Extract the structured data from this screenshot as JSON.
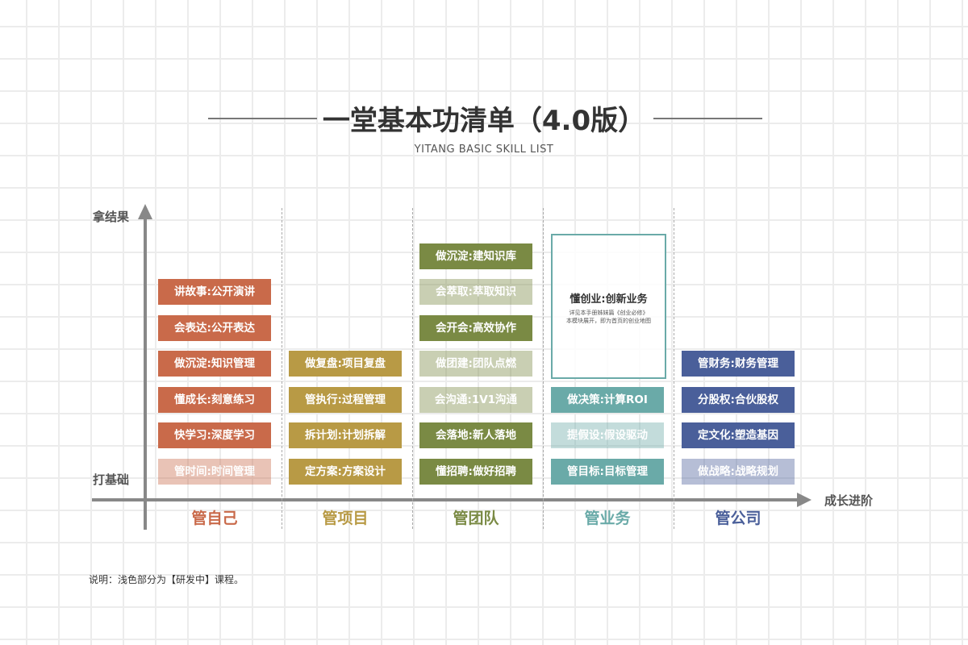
{
  "title": "一堂基本功清单（4.0版）",
  "subtitle": "YITANG BASIC SKILL LIST",
  "axes": {
    "y_top": "拿结果",
    "y_bottom": "打基础",
    "x_right": "成长进阶"
  },
  "columns": [
    {
      "label": "管自己",
      "color": "#c96a4a",
      "items": [
        {
          "text": "讲故事:公开演讲",
          "light": false
        },
        {
          "text": "会表达:公开表达",
          "light": false
        },
        {
          "text": "做沉淀:知识管理",
          "light": false
        },
        {
          "text": "懂成长:刻意练习",
          "light": false
        },
        {
          "text": "快学习:深度学习",
          "light": false
        },
        {
          "text": "管时间:时间管理",
          "light": true
        }
      ]
    },
    {
      "label": "管项目",
      "color": "#b89a45",
      "items": [
        {
          "text": "做复盘:项目复盘",
          "light": false
        },
        {
          "text": "管执行:过程管理",
          "light": false
        },
        {
          "text": "拆计划:计划拆解",
          "light": false
        },
        {
          "text": "定方案:方案设计",
          "light": false
        }
      ]
    },
    {
      "label": "管团队",
      "color": "#7a8a44",
      "items": [
        {
          "text": "做沉淀:建知识库",
          "light": false
        },
        {
          "text": "会萃取:萃取知识",
          "light": true
        },
        {
          "text": "会开会:高效协作",
          "light": false
        },
        {
          "text": "做团建:团队点燃",
          "light": true
        },
        {
          "text": "会沟通:1V1沟通",
          "light": true
        },
        {
          "text": "会落地:新人落地",
          "light": false
        },
        {
          "text": "懂招聘:做好招聘",
          "light": false
        }
      ]
    },
    {
      "label": "管业务",
      "color": "#6aaaa8",
      "items": [
        {
          "text": "做决策:计算ROI",
          "light": false
        },
        {
          "text": "提假设:假设驱动",
          "light": true
        },
        {
          "text": "管目标:目标管理",
          "light": false
        }
      ]
    },
    {
      "label": "管公司",
      "color": "#4a5f9a",
      "items": [
        {
          "text": "管财务:财务管理",
          "light": false
        },
        {
          "text": "分股权:合伙股权",
          "light": false
        },
        {
          "text": "定文化:塑造基因",
          "light": false
        },
        {
          "text": "做战略:战略规划",
          "light": true
        }
      ]
    }
  ],
  "feature": {
    "title": "懂创业:创新业务",
    "line1": "详见本手册姊妹篇《创业必修》",
    "line2": "本模块展开，即为首页的创业地图"
  },
  "note": "说明：浅色部分为【研发中】课程。"
}
